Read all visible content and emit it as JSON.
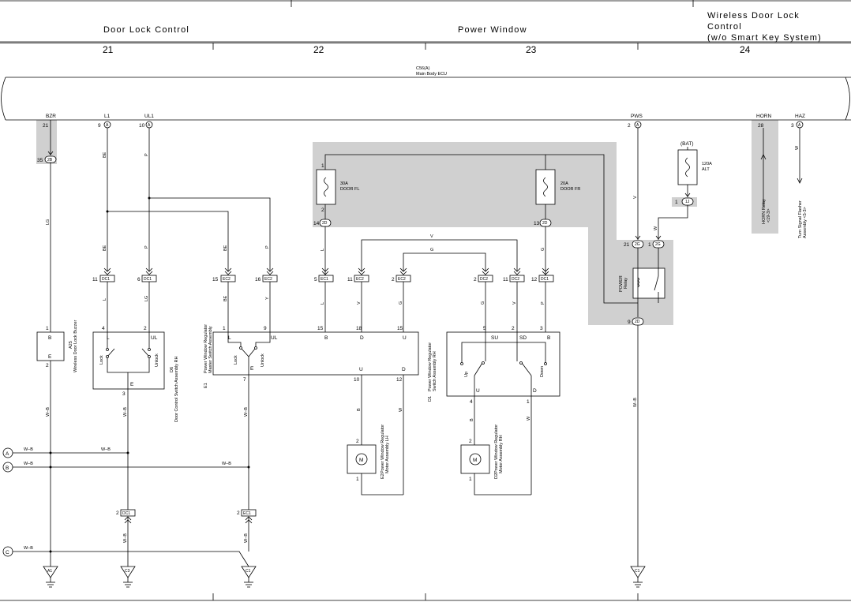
{
  "sections": {
    "door_lock": "Door Lock Control",
    "power_window": "Power Window",
    "wireless_1": "Wireless Door Lock",
    "wireless_2": "Control",
    "wireless_3": "(w/o Smart Key System)"
  },
  "columns": [
    "21",
    "22",
    "23",
    "24"
  ],
  "ecu": {
    "code": "C56(A)",
    "name": "Main Body ECU"
  },
  "ecu_terms": {
    "bzr": "BZR",
    "l1": "L1",
    "ul1": "UL1",
    "pws": "PWS",
    "horn": "HORN",
    "haz": "HAZ"
  },
  "pins": {
    "p21": "21",
    "p9": "9",
    "p10": "10",
    "p2": "2",
    "p28": "28",
    "p3": "3",
    "p35": "35",
    "p11": "11",
    "p6": "6",
    "p15": "15",
    "p16": "16",
    "p5": "5",
    "p12": "12",
    "p14": "14",
    "p13": "13",
    "p1": "1",
    "p4": "4",
    "p7": "7",
    "p18": "18"
  },
  "conn": {
    "a": "A",
    "b": "B",
    "c": "C",
    "v2b": "2B",
    "dc1": "DC1",
    "ec2": "EC2",
    "ec1": "EC1",
    "dc2": "DC2",
    "v2d": "2D",
    "v2g": "2G",
    "v1j": "1J"
  },
  "wires": {
    "be": "BE",
    "p": "P",
    "lg": "LG",
    "l": "L",
    "y": "Y",
    "v": "V",
    "g": "G",
    "w": "W",
    "b": "B",
    "wb": "W–B"
  },
  "ports": {
    "l": "L",
    "ul": "UL",
    "b": "B",
    "d": "D",
    "u": "U",
    "e": "E",
    "su": "SU",
    "sd": "SD"
  },
  "switch": {
    "lock": "Lock",
    "unlock": "Unlock",
    "up": "Up",
    "down": "Down"
  },
  "motor": "M",
  "fuses": {
    "bat": "(BAT)",
    "alt_1": "120A",
    "alt_2": "ALT",
    "fl_1": "30A",
    "fl_2": "DOOR FL",
    "fr_1": "20A",
    "fr_2": "DOOR FR"
  },
  "relay": {
    "l1": "POWER",
    "l2": "Relay"
  },
  "components": {
    "a25_1": "A25",
    "a25_2": "Wireless Door Lock Buzzer",
    "d6_1": "D6",
    "d6_2": "Door Control Switch Assembly RH",
    "e1_1": "E1",
    "e1_2": "Power Window Regulator",
    "e1_3": "Master Switch Assembly",
    "e2_1": "E2",
    "e2_2": "Power Window Regulator",
    "e2_3": "Motor Assembly LH",
    "d1_1": "D1",
    "d1_2": "Power Window Regulator",
    "d1_3": "Switch Assembly RH",
    "d2_1": "D2",
    "d2_2": "Power Window Regulator",
    "d2_3": "Motor Assembly RH",
    "horn_1": "HORN Relay",
    "horn_2": "<19-3>",
    "tsf_1": "Turn Signal Flasher",
    "tsf_2": "Assembly <5-3>"
  },
  "grounds": {
    "a1": "A1",
    "c3": "C3",
    "c1": "C1"
  }
}
